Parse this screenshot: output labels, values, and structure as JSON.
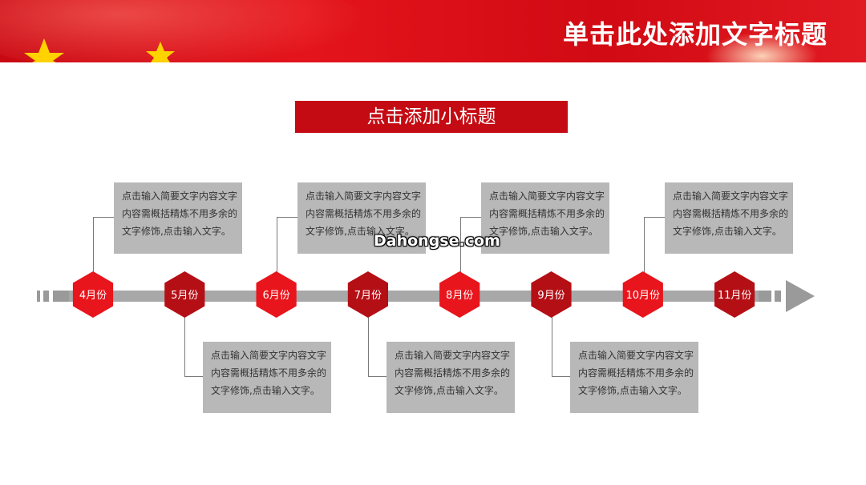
{
  "header": {
    "title": "单击此处添加文字标题"
  },
  "subtitle": "点击添加小标题",
  "watermark": "Dahongse.com",
  "colors": {
    "accent": "#c40a12",
    "hex_bright": "#e8151c",
    "hex_dark": "#b50f16",
    "box": "#b8b8b8"
  },
  "timeline": {
    "months": [
      "4月份",
      "5月份",
      "6月份",
      "7月份",
      "8月份",
      "9月份",
      "10月份",
      "11月份"
    ]
  },
  "boxes": [
    {
      "text": [
        "点击输入简要文字内容文字",
        "内容需概括精炼不用多余的",
        "文字修饰,点击输入文字。"
      ]
    },
    {
      "text": [
        "点击输入简要文字内容文字",
        "内容需概括精炼不用多余的",
        "文字修饰,点击输入文字。"
      ]
    },
    {
      "text": [
        "点击输入简要文字内容文字",
        "内容需概括精炼不用多余的",
        "文字修饰,点击输入文字。"
      ]
    },
    {
      "text": [
        "点击输入简要文字内容文字",
        "内容需概括精炼不用多余的",
        "文字修饰,点击输入文字。"
      ]
    },
    {
      "text": [
        "点击输入简要文字内容文字",
        "内容需概括精炼不用多余的",
        "文字修饰,点击输入文字。"
      ]
    },
    {
      "text": [
        "点击输入简要文字内容文字",
        "内容需概括精炼不用多余的",
        "文字修饰,点击输入文字。"
      ]
    },
    {
      "text": [
        "点击输入简要文字内容文字",
        "内容需概括精炼不用多余的",
        "文字修饰,点击输入文字。"
      ]
    }
  ]
}
